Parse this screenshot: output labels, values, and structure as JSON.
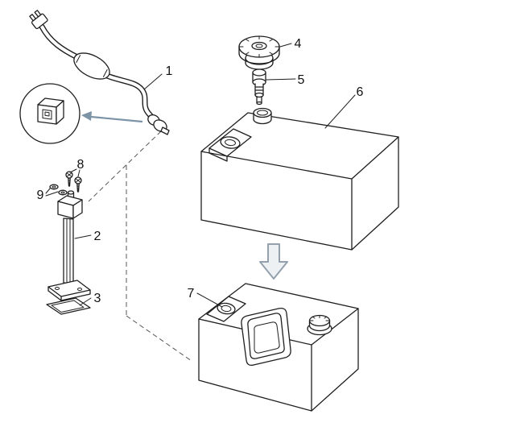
{
  "colors": {
    "line": "#1f1f1f",
    "detail_arrow": "#7d93a6",
    "block_arrow": "#94a1ac",
    "label_text": "#111111"
  },
  "part_labels": [
    "1",
    "2",
    "3",
    "4",
    "5",
    "6",
    "7",
    "8",
    "9"
  ]
}
